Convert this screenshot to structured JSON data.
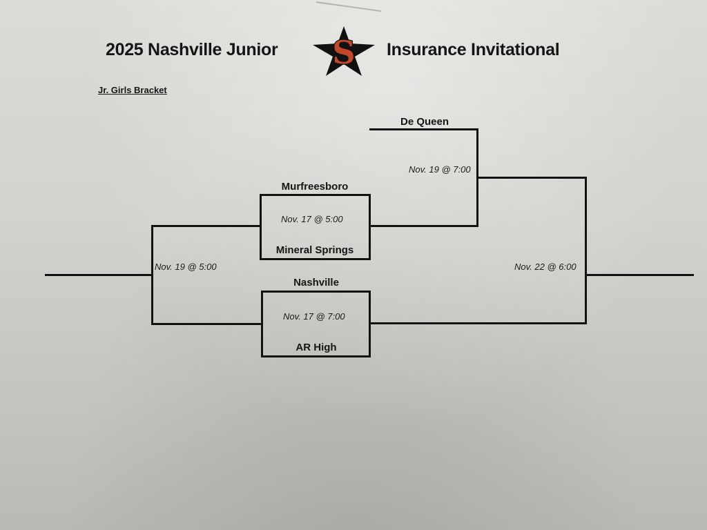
{
  "header": {
    "title_left": "2025 Nashville Junior",
    "title_right": "Insurance Invitational",
    "logo": {
      "icon": "star-s-logo-icon",
      "letter": "S",
      "star_color": "#111111",
      "letter_color": "#c0472a"
    },
    "subtitle": "Jr. Girls Bracket"
  },
  "bracket": {
    "round1": [
      {
        "team_top": "Murfreesboro",
        "team_bottom": "Mineral Springs",
        "date": "Nov. 17 @ 5:00"
      },
      {
        "team_top": "Nashville",
        "team_bottom": "AR High",
        "date": "Nov. 17 @ 7:00"
      }
    ],
    "bye": {
      "team": "De Queen"
    },
    "semifinal_upper": {
      "date": "Nov. 19 @ 7:00"
    },
    "consolation": {
      "date": "Nov. 19 @ 5:00"
    },
    "final": {
      "date": "Nov. 22  @ 6:00"
    }
  },
  "colors": {
    "ink": "#111111",
    "paper": "#d4d4d0",
    "logo_orange": "#c0472a"
  }
}
